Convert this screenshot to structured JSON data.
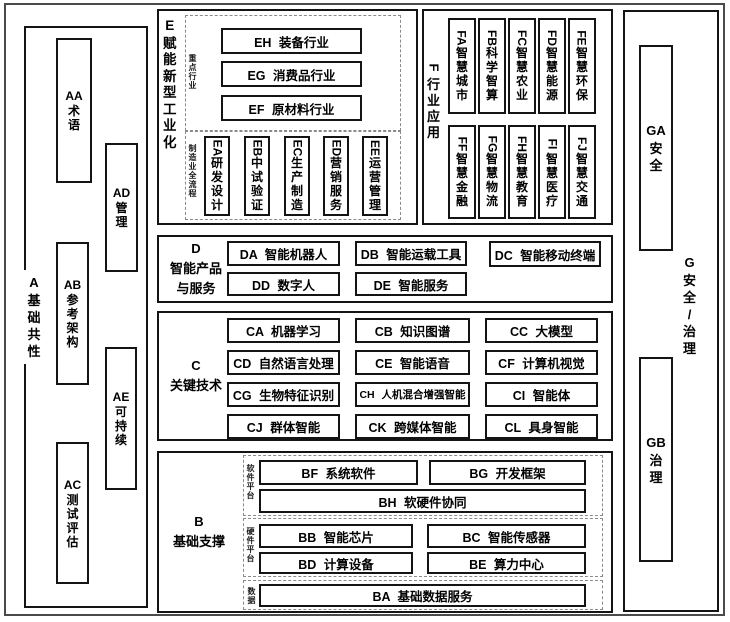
{
  "a": {
    "label": "A 基础共性",
    "items": [
      "AA 术语",
      "AD 管理",
      "AB 参考架构",
      "AE 可持续",
      "AC 测试评估"
    ]
  },
  "e": {
    "label": "E 赋能新型工业化",
    "group1": {
      "label": "重点行业",
      "items": [
        "EH 装备行业",
        "EG 消费品行业",
        "EF 原材料行业"
      ]
    },
    "group2": {
      "label": "制造业全流程",
      "items": [
        "EA 研发设计",
        "EB 中试验证",
        "EC 生产制造",
        "ED 营销服务",
        "EE 运营管理"
      ]
    }
  },
  "f": {
    "label": "F 行业应用",
    "row1": [
      "FA 智慧城市",
      "FB 科学智算",
      "FC 智慧农业",
      "FD 智慧能源",
      "FE 智慧环保"
    ],
    "row2": [
      "FF 智慧金融",
      "FG 智慧物流",
      "FH 智慧教育",
      "FI 智慧医疗",
      "FJ 智慧交通"
    ]
  },
  "d": {
    "label": "D\n智能产品\n与服务",
    "row1": [
      "DA 智能机器人",
      "DB 智能运载工具",
      "DC 智能移动终端"
    ],
    "row2": [
      "DD 数字人",
      "DE 智能服务"
    ]
  },
  "c": {
    "label": "C\n关键技术",
    "items": [
      "CA 机器学习",
      "CB 知识图谱",
      "CC 大模型",
      "CD 自然语言处理",
      "CE 智能语音",
      "CF 计算机视觉",
      "CG 生物特征识别",
      "CH 人机混合增强智能",
      "CI 智能体",
      "CJ 群体智能",
      "CK 跨媒体智能",
      "CL 具身智能"
    ]
  },
  "b": {
    "label": "B\n基础支撑",
    "software": {
      "label": "软件平台",
      "row1": [
        "BF 系统软件",
        "BG 开发框架"
      ],
      "full": "BH 软硬件协同"
    },
    "hardware": {
      "label": "硬件平台",
      "row1": [
        "BB 智能芯片",
        "BC 智能传感器"
      ],
      "row2": [
        "BD 计算设备",
        "BE 算力中心"
      ]
    },
    "data": {
      "label": "数据",
      "full": "BA 基础数据服务"
    }
  },
  "g": {
    "label": "G 安全/治理",
    "items": [
      "GA 安全",
      "GB 治理"
    ]
  },
  "colors": {
    "line": "#141414",
    "dashed": "#8a8a8a",
    "background": "#ffffff"
  }
}
